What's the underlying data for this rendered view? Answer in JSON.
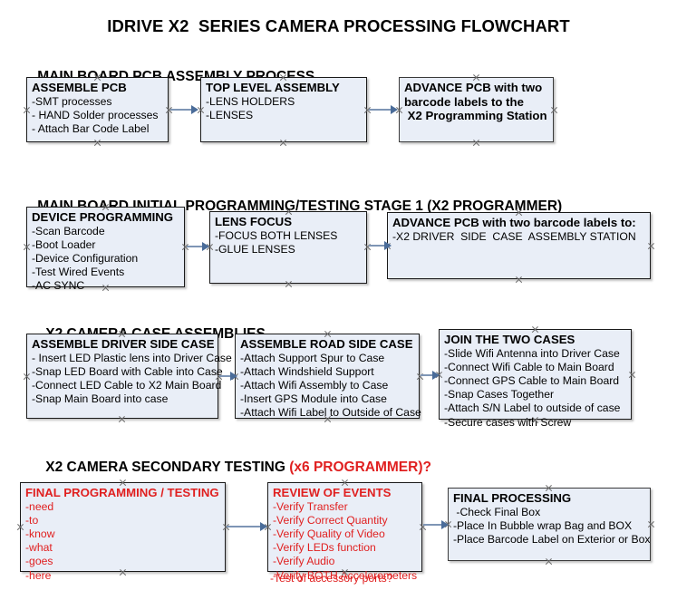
{
  "document": {
    "title": "IDRIVE X2  SERIES CAMERA PROCESSING FLOWCHART"
  },
  "colors": {
    "box_fill": "#e9eef7",
    "box_border": "#1a1a1a",
    "text": "#000000",
    "accent_red": "#e02020",
    "connector": "#7e95b5",
    "arrowhead": "#4a6c99",
    "canvas": "#ffffff"
  },
  "sections": [
    {
      "heading": "MAIN BOARD PCB ASSEMBLY PROCESS",
      "heading_accent": "",
      "boxes": [
        {
          "title": "ASSEMBLE PCB",
          "title_extra": [],
          "lines": [
            "-SMT processes",
            "- HAND Solder processes",
            "- Attach Bar Code Label"
          ]
        },
        {
          "title": "TOP LEVEL ASSEMBLY",
          "title_extra": [],
          "lines": [
            "-LENS HOLDERS",
            "-LENSES"
          ]
        },
        {
          "title": "ADVANCE PCB with two",
          "title_extra": [
            "barcode labels to the",
            " X2 Programming Station"
          ],
          "lines": []
        }
      ]
    },
    {
      "heading": "MAIN BOARD INITIAL PROGRAMMING/TESTING STAGE 1 (X2 PROGRAMMER)",
      "heading_accent": "",
      "boxes": [
        {
          "title": "DEVICE PROGRAMMING",
          "title_extra": [],
          "lines": [
            "-Scan Barcode",
            "-Boot Loader",
            "-Device Configuration",
            "-Test Wired Events",
            "-AC SYNC"
          ]
        },
        {
          "title": "LENS FOCUS",
          "title_extra": [],
          "lines": [
            "-FOCUS BOTH LENSES",
            "-GLUE LENSES"
          ]
        },
        {
          "title": "ADVANCE PCB with two barcode labels to:",
          "title_extra": [],
          "lines": [
            "-X2 DRIVER  SIDE  CASE  ASSEMBLY STATION"
          ]
        }
      ]
    },
    {
      "heading": "X2 CAMERA CASE ASSEMBLIES",
      "heading_accent": "",
      "boxes": [
        {
          "title": "ASSEMBLE DRIVER SIDE CASE",
          "title_extra": [],
          "lines": [
            "- Insert LED Plastic lens into Driver Case",
            "-Snap LED Board with Cable into Case",
            "-Connect LED Cable to X2 Main Board",
            "-Snap Main Board into case"
          ]
        },
        {
          "title": "ASSEMBLE ROAD SIDE CASE",
          "title_extra": [],
          "lines": [
            "-Attach Support Spur to Case",
            "-Attach Windshield Support",
            "-Attach Wifi Assembly to Case",
            "-Insert GPS Module into Case",
            "-Attach Wifi Label to Outside of Case"
          ]
        },
        {
          "title": "JOIN THE TWO CASES",
          "title_extra": [],
          "lines": [
            "-Slide Wifi Antenna into Driver Case",
            "-Connect Wifi Cable to Main Board",
            "-Connect GPS Cable to Main Board",
            "-Snap Cases Together",
            "-Attach S/N Label to outside of case",
            "-Secure cases with Screw"
          ]
        }
      ]
    },
    {
      "heading": "X2 CAMERA SECONDARY TESTING ",
      "heading_accent": "(x6 PROGRAMMER)?",
      "boxes": [
        {
          "title": "FINAL PROGRAMMING / TESTING",
          "title_extra": [],
          "lines": [
            "-need",
            "-to",
            "-know",
            "-what",
            "-goes",
            "-here"
          ]
        },
        {
          "title": "REVIEW OF EVENTS",
          "title_extra": [],
          "lines": [
            "-Verify Transfer",
            "-Verify Correct Quantity",
            "-Verify Quality of Video",
            "-Verify LEDs function",
            "-Verify Audio",
            "-Verify BOTH Accelerometers"
          ],
          "overflow_line": "-Test of accessory ports?"
        },
        {
          "title": "FINAL PROCESSING",
          "title_extra": [],
          "lines": [
            " -Check Final Box",
            "-Place In Bubble wrap Bag and BOX",
            "-Place Barcode Label on Exterior or Box"
          ]
        }
      ]
    }
  ]
}
